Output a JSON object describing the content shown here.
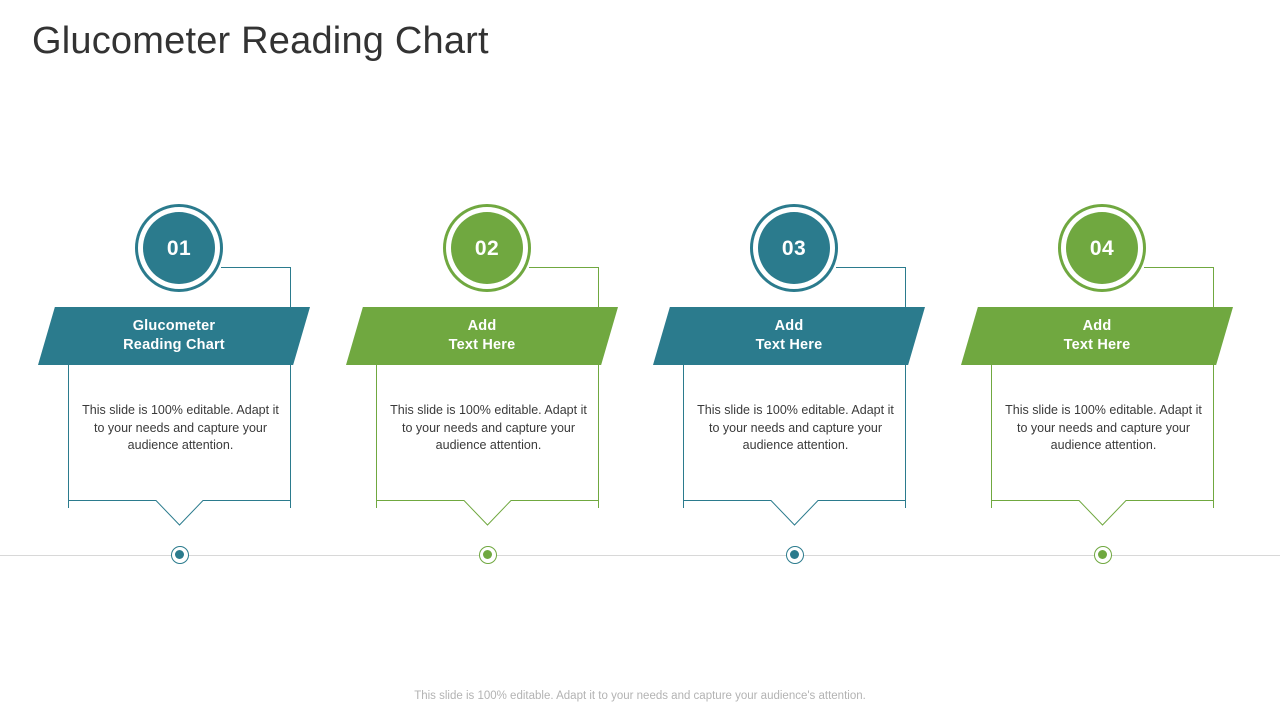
{
  "slide": {
    "title": "Glucometer Reading Chart",
    "footer_note": "This slide is 100% editable. Adapt it to your needs and capture your audience's attention."
  },
  "theme": {
    "teal": "#2b7b8d",
    "green": "#70a840",
    "title_color": "#333333",
    "body_color": "#3a3a3a",
    "footer_color": "#b3b3b3",
    "baseline_color": "#d8d8d8",
    "background": "#ffffff"
  },
  "steps": [
    {
      "number": "01",
      "heading_line1": "Glucometer",
      "heading_line2": "Reading Chart",
      "body": "This slide is 100% editable. Adapt it to your needs and capture your audience attention.",
      "accent": "#2b7b8d"
    },
    {
      "number": "02",
      "heading_line1": "Add",
      "heading_line2": "Text Here",
      "body": "This slide is 100% editable. Adapt it to your needs and capture your audience attention.",
      "accent": "#70a840"
    },
    {
      "number": "03",
      "heading_line1": "Add",
      "heading_line2": "Text Here",
      "body": "This slide is 100% editable. Adapt it to your needs and capture your audience attention.",
      "accent": "#2b7b8d"
    },
    {
      "number": "04",
      "heading_line1": "Add",
      "heading_line2": "Text Here",
      "body": "This slide is 100% editable. Adapt it to your needs and capture your audience attention.",
      "accent": "#70a840"
    }
  ]
}
